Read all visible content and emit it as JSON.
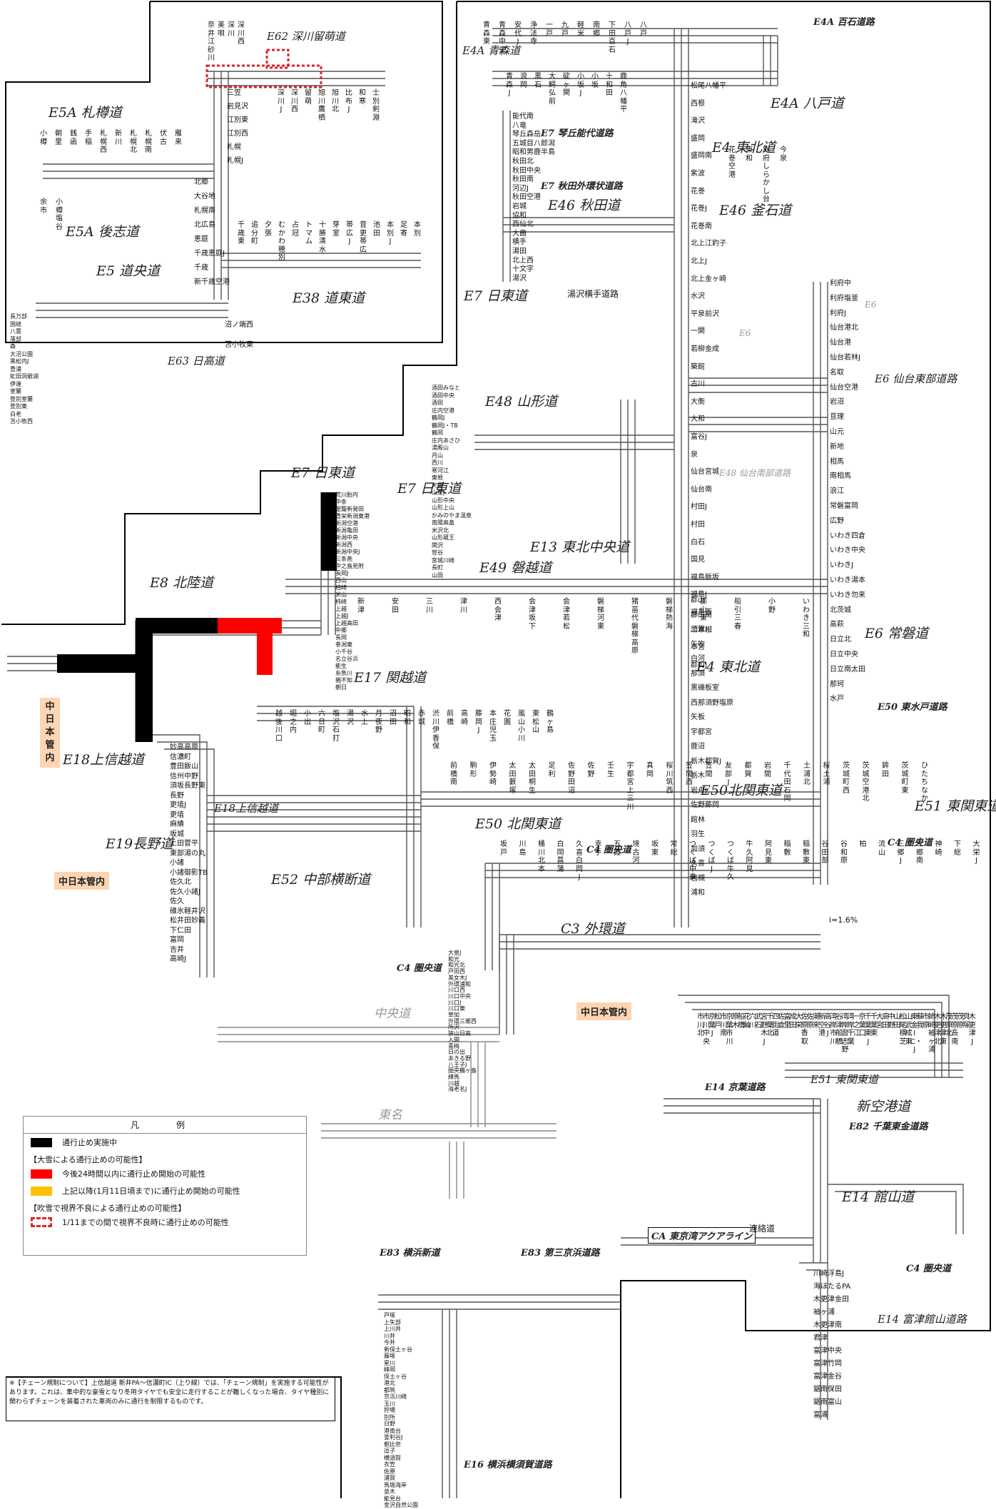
{
  "colors": {
    "closed": "#000000",
    "risk_24h": "#ff0000",
    "risk_later": "#ffc000",
    "visibility": "#d9262b",
    "jurisdiction": "#fcd5b4",
    "expressway": "#999999"
  },
  "routes": {
    "e62": "E62 深川留萌道",
    "e5a_sapporo": "E5A 札樽道",
    "e5a_goshi": "E5A 後志道",
    "e5": "E5 道央道",
    "e38": "E38 道東道",
    "e63": "E63 日高道",
    "e4a_momoishi": "E4A 百石道路",
    "e4a_aomori": "E4A 青森道",
    "e4a_hachinohe": "E4A 八戸道",
    "e7_kotooka": "E7 琴丘能代道路",
    "e4_tohoku": "E4 東北道",
    "e7_akita": "E7 秋田外環状道路",
    "e46_akita": "E46 秋田道",
    "e46_kamaishi": "E46 釜石道",
    "e7_nitto1": "E7 日東道",
    "yuzawa": "湯沢横手道路",
    "e6_1": "E6",
    "e6_2": "E6",
    "e6_sendai": "E6 仙台東部道路",
    "e48_yamagata": "E48 山形道",
    "e48_sendai_south": "E48 仙台南部道路",
    "e7_nitto2": "E7 日東道",
    "e7_nitto3": "E7 日東道",
    "e13": "E13 東北中央道",
    "e8": "E8 北陸道",
    "e49": "E49 磐越道",
    "e6_joban": "E6 常磐道",
    "e4_tohoku2": "E4 東北道",
    "e17": "E17 関越道",
    "e50_mito": "E50 東水戸道路",
    "e18_joshinetsu_a": "E18上信越道",
    "e18_joshinetsu_b": "E18上信越道",
    "e50_kitakanto": "E50北関東道",
    "e51_higashikanto": "E51 東関東道",
    "e50_kitakanto2": "E50 北関東道",
    "c4_a": "C4 圏央道",
    "c4_b": "C4 圏央道",
    "c4_c": "C4 圏央道",
    "c4_d": "C4 圏央道",
    "e19": "E19長野道",
    "e52": "E52 中部横断道",
    "c3": "C3 外環道",
    "chuo": "中央道",
    "tomei": "東名",
    "e14_keiyo": "E14 京葉道路",
    "e51_higashikanto2": "E51 東関東道",
    "shinkuko": "新空港道",
    "e82": "E82 千葉東金道路",
    "e14_tateyama": "E14 館山道",
    "ca": "CA 東京湾アクアライン",
    "renrakudo": "連絡道",
    "e83_yokohama": "E83 横浜新道",
    "e83_daisan": "E83 第三京浜道路",
    "e14_futtsu": "E14 富津館山道路",
    "e16": "E16 横浜横須賀道路",
    "gradient": "i=1.6%"
  },
  "badges": {
    "nakanihon1": "中日本管内",
    "nakanihon2": "中日本管内",
    "nakanihon3": "中日本管内"
  },
  "stations": {
    "hokkaido_top": [
      "奈井江砂川",
      "美唄",
      "深川",
      "深川西"
    ],
    "hokkaido_under": [
      "三笠",
      "岩見沢",
      "江別東",
      "江別西",
      "札幌",
      "札幌J"
    ],
    "hokkaido_e62": [
      "深川J",
      "深川西",
      "留萌",
      "旭川鷹栖",
      "旭川北",
      "比布J",
      "和寒",
      "士別剣淵"
    ],
    "hokkaido_sapporo": [
      "小樽",
      "朝里",
      "銭函",
      "手稲",
      "札幌西",
      "新川",
      "札幌北",
      "札幌南",
      "伏古",
      "雁来"
    ],
    "hokkaido_goshi": [
      "余市",
      "小樽塩谷"
    ],
    "hokkaido_e5": [
      "北郷",
      "大谷地",
      "札幌南",
      "北広島",
      "恵庭",
      "千歳恵庭J",
      "千歳",
      "新千歳空港"
    ],
    "hokkaido_e38": [
      "千歳東",
      "追分町",
      "夕張",
      "むかわ穂別",
      "占冠",
      "トマム",
      "十勝清水",
      "芽室",
      "帯広J",
      "音更帯広",
      "池田",
      "本別J",
      "足寄",
      "本別"
    ],
    "hokkaido_e63": [
      "沼ノ端西",
      "苫小牧東"
    ],
    "hokkaido_south": [
      "長万部",
      "国縫",
      "八雲",
      "落部",
      "森",
      "大沼公園",
      "黒松内J",
      "豊浦",
      "虻田洞爺湖",
      "伊達",
      "室蘭",
      "登別室蘭",
      "登別東",
      "白老",
      "苫小牧西"
    ],
    "aomori_top": [
      "青森東",
      "青森中央",
      "安代J",
      "浄法寺",
      "一戸",
      "九戸",
      "軽米",
      "南郷",
      "下田百石",
      "八戸J",
      "八戸"
    ],
    "aomori_row": [
      "青森J",
      "浪岡",
      "黒石",
      "大鰐弘前",
      "碇ヶ関",
      "小坂J",
      "小坂",
      "十和田",
      "鹿角八幡平"
    ],
    "tohoku_main": [
      "松尾八幡平",
      "西根",
      "滝沢",
      "盛岡",
      "盛岡南",
      "紫波",
      "花巻",
      "花巻J",
      "花巻南",
      "北上江釣子",
      "北上J",
      "北上金ヶ崎",
      "水沢",
      "平泉前沢",
      "一関",
      "若柳金成",
      "築館",
      "古川",
      "大衡",
      "大和",
      "富谷J",
      "泉",
      "仙台宮城",
      "仙台南",
      "村田J",
      "村田",
      "白石",
      "国見",
      "福島飯坂",
      "福島J",
      "福島西",
      "二本松",
      "本宮",
      "郡山J"
    ],
    "akita": [
      "能代南",
      "八竜",
      "琴丘森岳",
      "五城目八郎潟",
      "昭和男鹿半島",
      "秋田北",
      "秋田中央",
      "秋田南",
      "河辺J",
      "秋田空港",
      "岩城",
      "協和",
      "西仙北",
      "大曲",
      "横手",
      "湯田",
      "北上西",
      "十文字",
      "湯沢"
    ],
    "kamaishi": [
      "花巻空港",
      "東和",
      "利府しらかし台",
      "今泉"
    ],
    "sendai_east": [
      "利府中",
      "利府塩釜",
      "利府J",
      "仙台港北",
      "仙台港",
      "仙台若林J",
      "名取",
      "仙台空港",
      "岩沼",
      "亘理",
      "山元",
      "新地",
      "相馬",
      "南相馬",
      "浪江",
      "常磐富岡",
      "広野",
      "いわき四倉",
      "いわき中央",
      "いわきJ",
      "いわき湯本",
      "いわき勿来",
      "北茨城",
      "高萩",
      "日立北",
      "日立中央",
      "日立南太田",
      "那珂",
      "水戸"
    ],
    "yamagata": [
      "酒田みなと",
      "酒田中央",
      "酒田",
      "庄内空港",
      "鶴岡J",
      "鶴岡J・TB",
      "鶴岡",
      "庄内あさひ",
      "湯殿山",
      "月山",
      "西川",
      "寒河江",
      "東根",
      "天童",
      "山形J",
      "山形中央",
      "山形上山",
      "かみのやま温泉",
      "南陽高畠",
      "米沢北",
      "山形蔵王",
      "関沢",
      "笹谷",
      "宮城川崎",
      "長町",
      "山田"
    ],
    "niigata": [
      "荒川胎内",
      "中条",
      "聖籠新発田",
      "豊栄新潟東港",
      "新潟空港",
      "新潟亀田",
      "新潟中央",
      "新潟西",
      "新潟中央J",
      "三条燕",
      "中之島見附",
      "長岡J",
      "西山",
      "柏崎",
      "米山",
      "柿崎",
      "上越",
      "上越J",
      "上越高田",
      "中郷",
      "長岡",
      "巻潟東",
      "小千谷",
      "名立谷浜",
      "能生",
      "糸魚川",
      "親不知",
      "朝日"
    ],
    "banetsu": [
      "新津",
      "安田",
      "三川",
      "津川",
      "西会津",
      "会津坂下",
      "会津若松",
      "磐梯河東",
      "猪苗代磐梯高原",
      "磐梯熱海",
      "郡山東",
      "船引三春",
      "小野",
      "いわき三和"
    ],
    "tohoku_south": [
      "郡山",
      "郡山南",
      "須賀川",
      "矢吹",
      "白河",
      "那須",
      "黒磯板室",
      "西那須野塩原",
      "矢板",
      "宇都宮",
      "鹿沼",
      "栃木都賀J",
      "栃木",
      "岩舟J",
      "佐野藤岡",
      "館林",
      "羽生",
      "加須",
      "久喜",
      "岩槻",
      "浦和"
    ],
    "kanetsu": [
      "越後川口",
      "堀之内",
      "小出",
      "六日町",
      "塩沢石打",
      "湯沢",
      "水上",
      "月夜野",
      "沼田",
      "昭和",
      "赤城",
      "渋川伊香保",
      "前橋",
      "高崎",
      "藤岡J",
      "本庄児玉",
      "花園",
      "嵐山小川",
      "東松山",
      "鶴ヶ島"
    ],
    "joshinetsu": [
      "妙高高原",
      "信濃町",
      "豊田飯山",
      "信州中野",
      "須坂長野東",
      "長野",
      "更埴J",
      "更埴",
      "麻績",
      "坂城",
      "上田菅平",
      "東部湯の丸",
      "小諸",
      "小諸御影TB",
      "佐久北",
      "佐久小諸J",
      "佐久",
      "碓氷軽井沢",
      "松井田妙義",
      "下仁田",
      "富岡",
      "吉井",
      "高崎J"
    ],
    "kitakanto": [
      "前橋南",
      "駒形",
      "伊勢崎",
      "太田藪塚",
      "太田桐生",
      "足利",
      "佐野田沼",
      "佐野",
      "壬生",
      "宇都宮上三川",
      "真岡",
      "桜川筑西",
      "笠間西",
      "笠間",
      "友部J",
      "都賀",
      "岩間",
      "千代田石岡",
      "土浦北",
      "桜土浦",
      "茨城町西",
      "茨城空港北",
      "鉾田",
      "茨城町東",
      "ひたちなか"
    ],
    "kenoo": [
      "坂戸",
      "川島",
      "桶川北本",
      "白岡菖蒲",
      "久喜白岡J",
      "幸手",
      "五霞",
      "境古河",
      "坂東",
      "常総",
      "つくば中央",
      "つくばJ",
      "つくば牛久",
      "牛久阿見",
      "阿見東",
      "稲敷",
      "稲敷東",
      "谷田部",
      "谷和原",
      "柏",
      "流山",
      "三郷J",
      "三郷南",
      "神崎",
      "下総",
      "大栄J"
    ],
    "gaikan": [
      "大泉J",
      "和光",
      "和光北",
      "戸田西",
      "美女木J",
      "外環浦和",
      "川口西",
      "川口中央",
      "川口J",
      "川口東",
      "草加",
      "外環三郷西",
      "所沢",
      "狭山日高",
      "入間",
      "青梅",
      "日の出",
      "あきる野",
      "八王子J",
      "圏央鶴ヶ島",
      "練馬",
      "川越",
      "海老名J"
    ],
    "chiba": [
      "市川北",
      "市川中央",
      "京葉J",
      "松戸",
      "市川南",
      "京葉市川",
      "原木",
      "船橋",
      "花輪",
      "穴川",
      "武石",
      "宮野木J",
      "千葉北",
      "四街道",
      "佐倉",
      "富里",
      "成田",
      "大栄",
      "佐原香取",
      "佐原",
      "潮来",
      "新空港",
      "高谷J",
      "湾岸市川",
      "谷津船橋",
      "湾岸習志野",
      "湾岸千葉",
      "一之江",
      "京葉口",
      "千葉東J",
      "千葉東",
      "大宮",
      "高田",
      "中野",
      "山田",
      "松尾横芝",
      "山武成東",
      "東金IC・J",
      "蘇我",
      "市原",
      "姉崎袖ヶ浦",
      "木更津北",
      "木更津東",
      "茂原北",
      "茂原長南",
      "茂原",
      "貝塚",
      "木更津J"
    ],
    "aqualine": [
      "川崎浮島J",
      "海ほたるPA",
      "木更津金田",
      "袖ヶ浦",
      "木更津南",
      "君津",
      "富津中央",
      "富津竹岡",
      "富津金谷",
      "鋸南保田",
      "鋸南富山",
      "富浦"
    ],
    "yokohama": [
      "戸塚",
      "上矢部",
      "上川井",
      "川井",
      "今井",
      "新保土ヶ谷",
      "藤塚",
      "星川",
      "峰岡",
      "保土ヶ谷",
      "港北",
      "都筑",
      "京浜川崎",
      "玉川",
      "狩場",
      "別所",
      "日野",
      "港南台",
      "釜利谷J",
      "朝比奈",
      "逗子",
      "横須賀",
      "衣笠",
      "佐原",
      "浦賀",
      "馬堀海岸",
      "並木",
      "能見台",
      "金沢自然公園"
    ]
  },
  "legend": {
    "title": "凡　例",
    "closed": "通行止め実施中",
    "possible_header": "【大雪による通行止めの可能性】",
    "risk_24h": "今後24時間以内に通行止め開始の可能性",
    "risk_later": "上記以降(1月11日頃まで)に通行止め開始の可能性",
    "vis_header": "【吹雪で視界不良による通行止めの可能性】",
    "visibility": "1/11までの間で視界不良時に通行止めの可能性"
  },
  "note": "※【チェーン規制について】上信越道 新井PA～信濃町IC（上り線）では、「チェーン規制」を実施する可能性があります。これは、集中的な豪雪となり冬用タイヤでも安全に走行することが難しくなった場合、タイヤ種別に関わらずチェーンを装着された車両のみに通行を制限するものです。"
}
